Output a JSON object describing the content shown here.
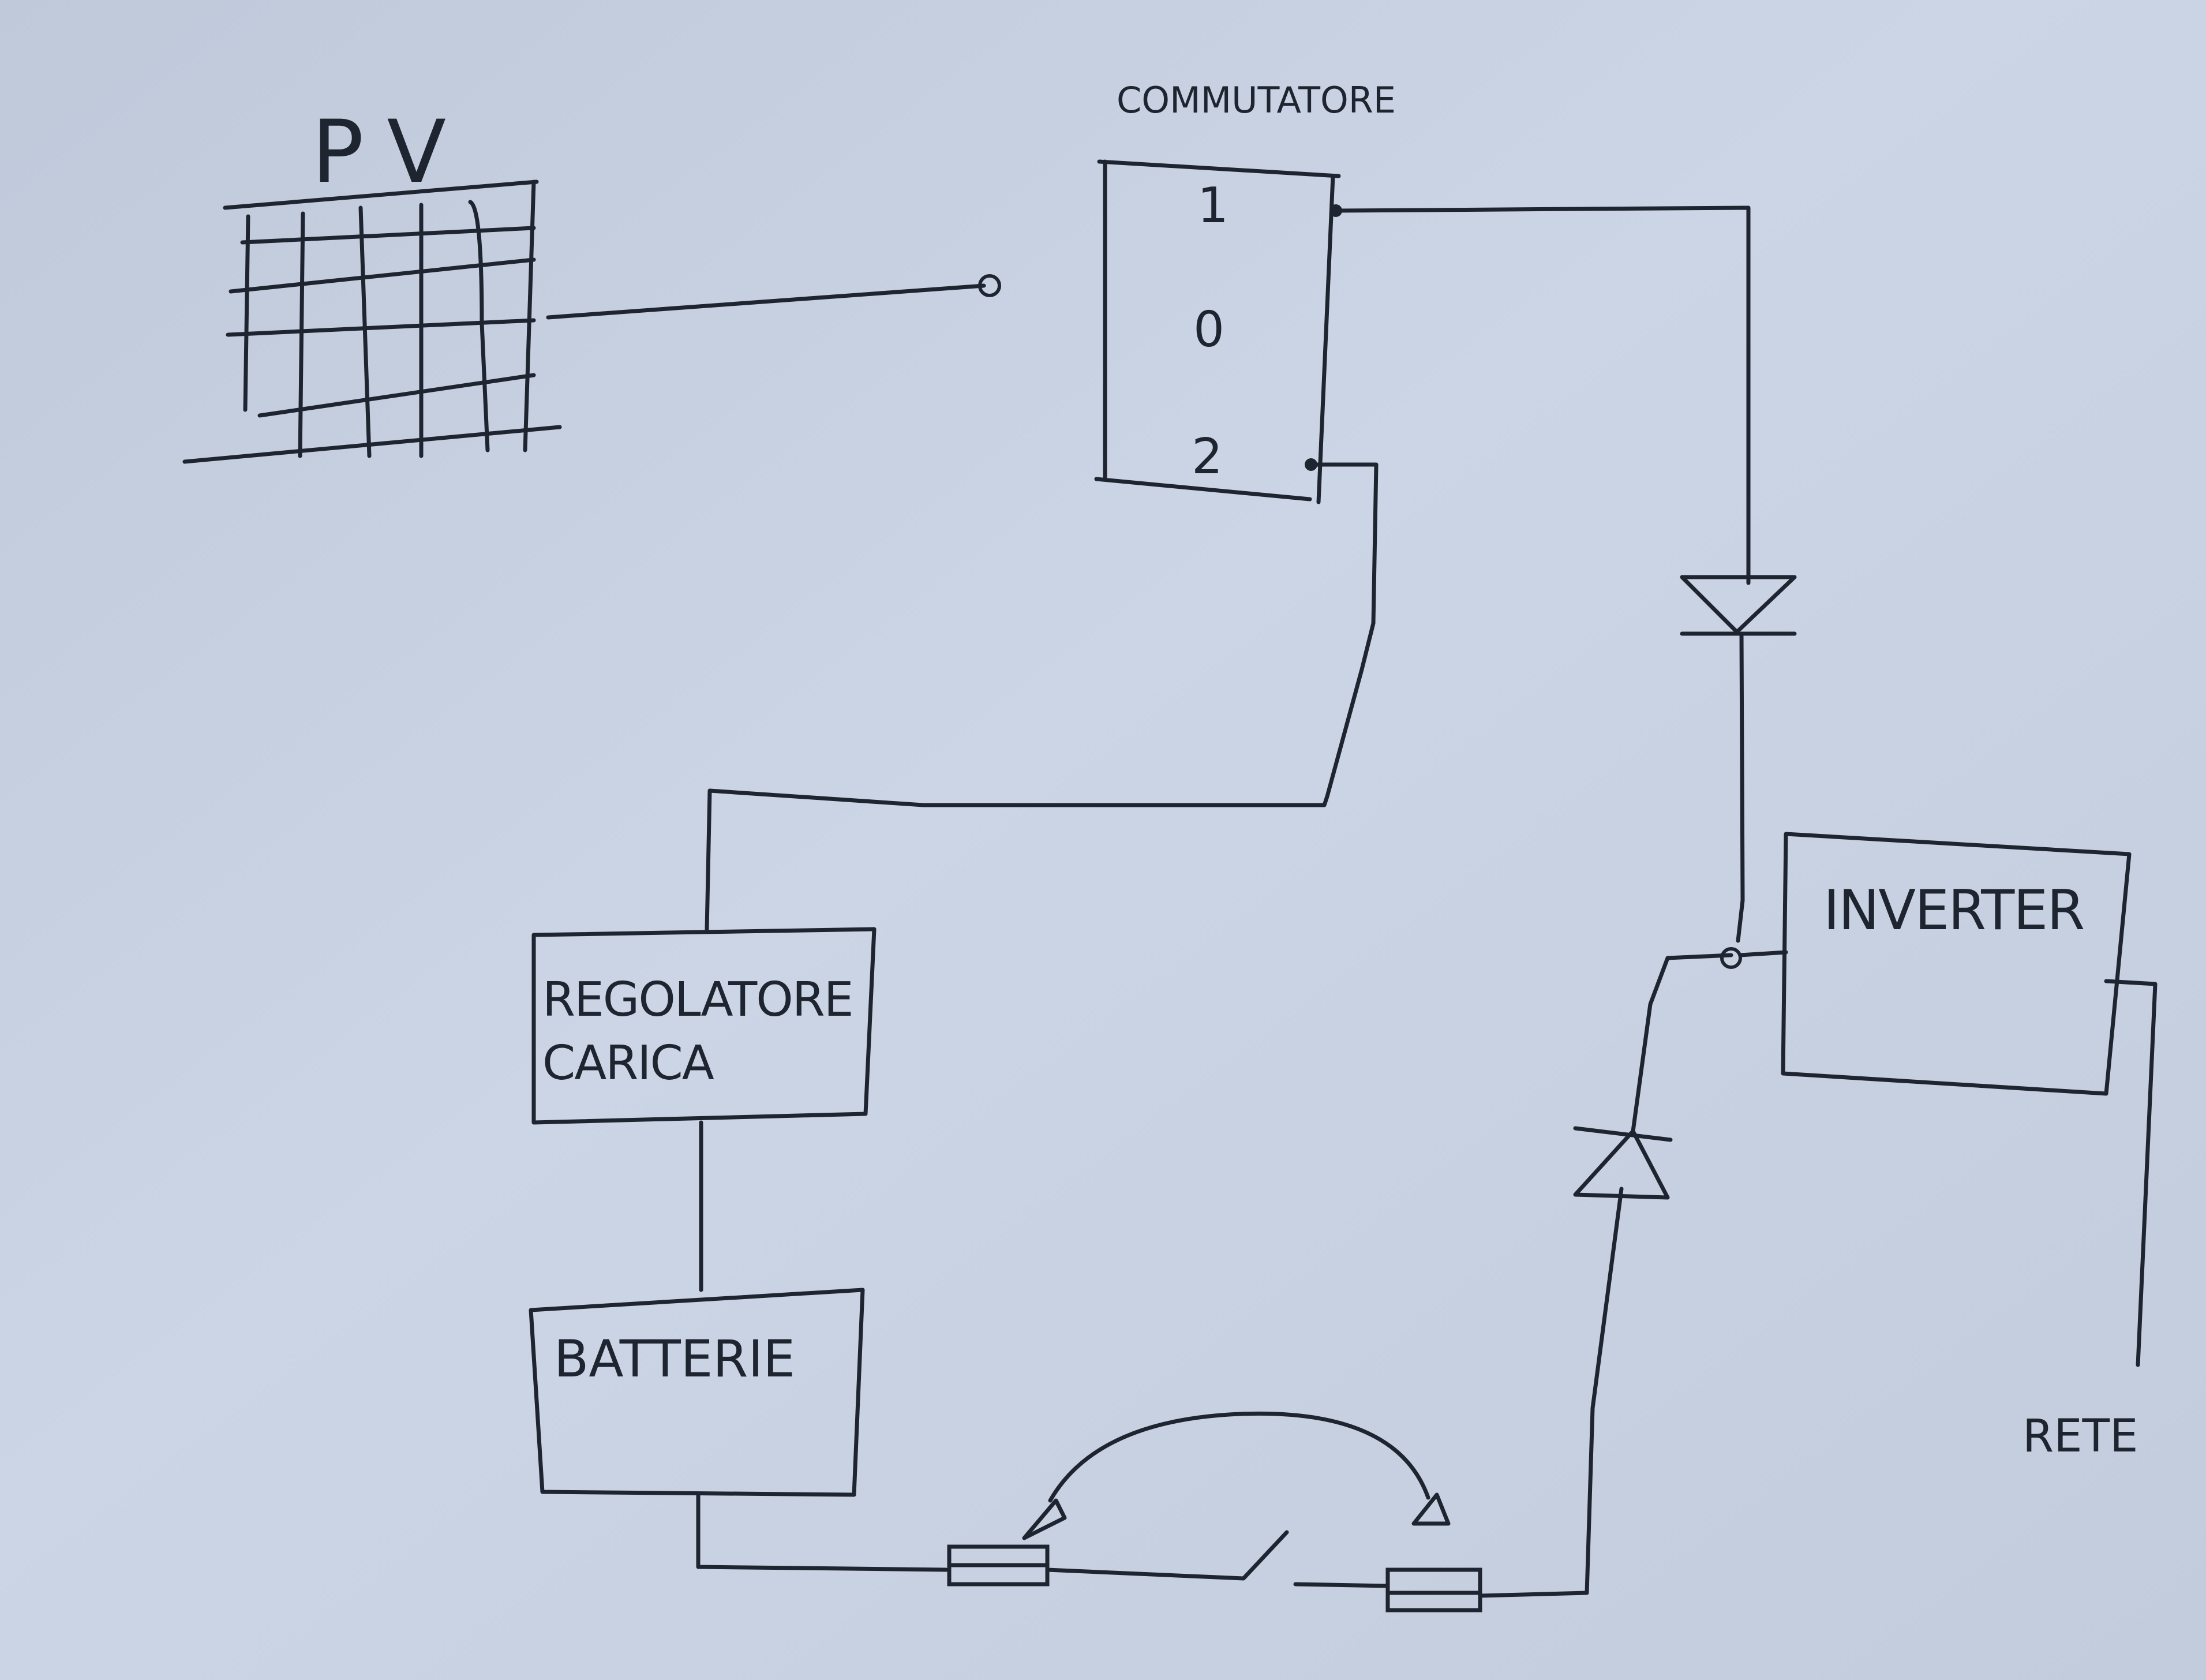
{
  "paper_color": "#c9d3e3",
  "ink_color": "#1f2530",
  "pv": {
    "label": "PV"
  },
  "switch": {
    "label": "COMMUTATORE",
    "positions": [
      "1",
      "0",
      "2"
    ]
  },
  "regulator": {
    "line1": "REGOLATORE",
    "line2": "CARICA"
  },
  "batteries": {
    "label": "BATTERIE"
  },
  "inverter": {
    "label": "INVERTER"
  },
  "grid": {
    "label": "RETE"
  }
}
